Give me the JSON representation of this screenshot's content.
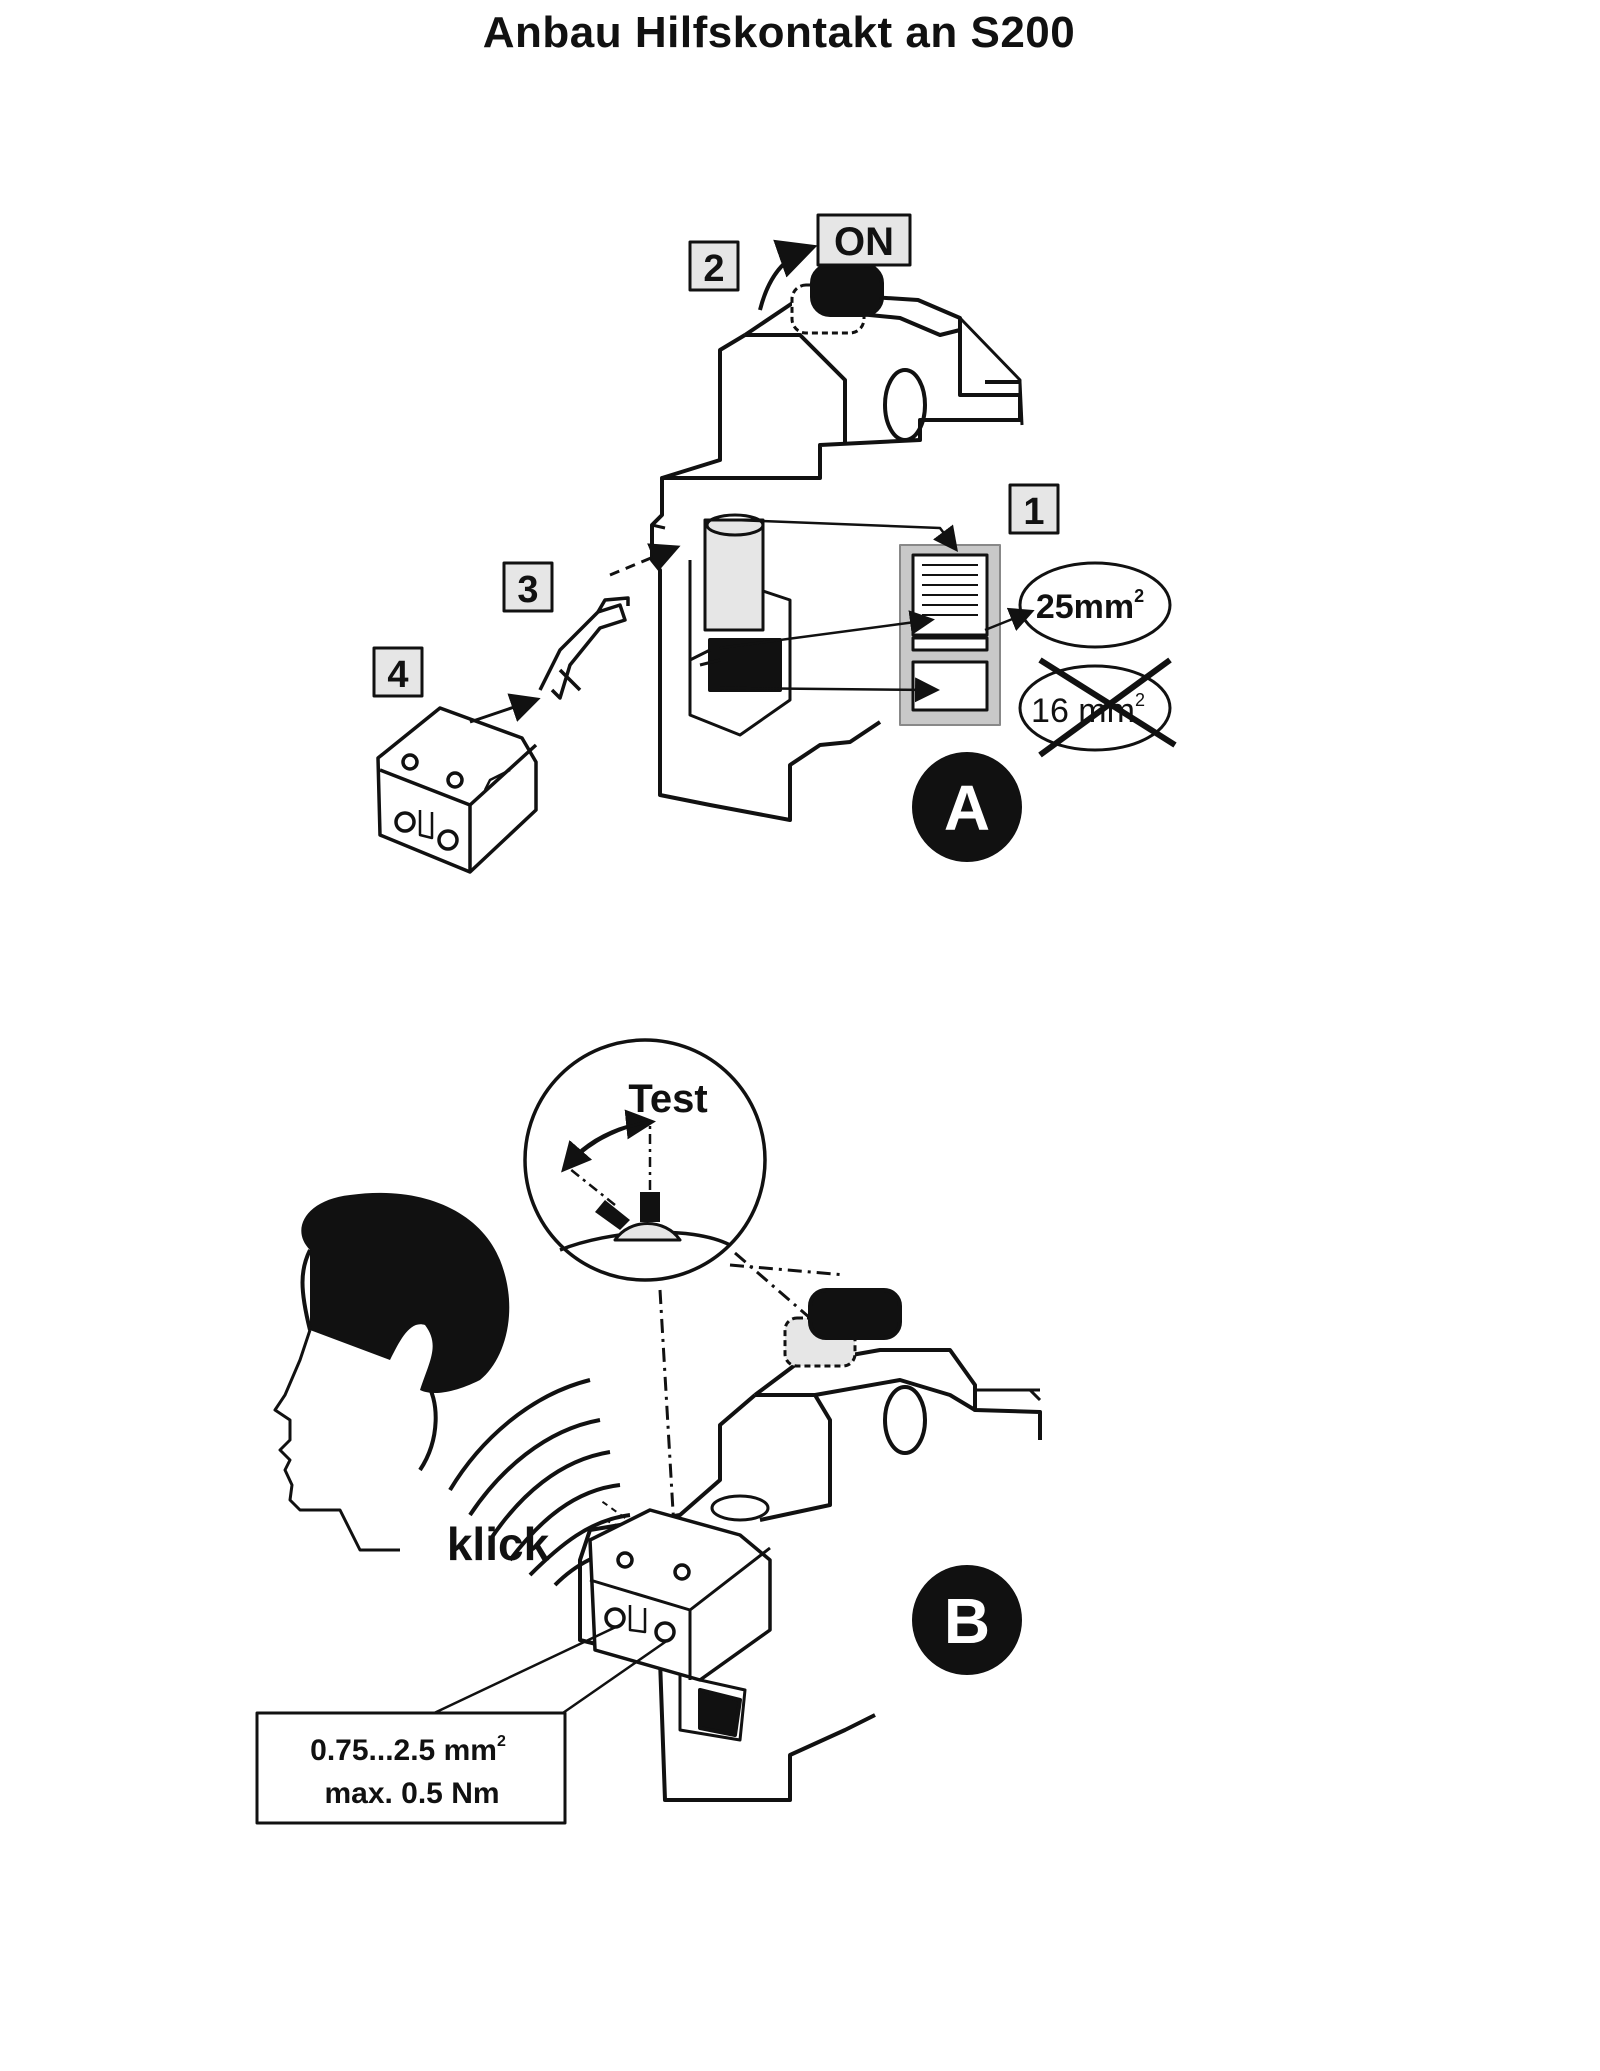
{
  "title": "Anbau Hilfskontakt an S200",
  "panel_a": {
    "badge": "A",
    "steps": [
      {
        "number": "1"
      },
      {
        "number": "2",
        "state_label": "ON"
      },
      {
        "number": "3"
      },
      {
        "number": "4"
      }
    ],
    "wire_ok": {
      "value": "25mm",
      "superscript": "2"
    },
    "wire_not_ok": {
      "value": "16 mm",
      "superscript": "2"
    }
  },
  "panel_b": {
    "badge": "B",
    "test_label": "Test",
    "sound_label": "klick",
    "spec": {
      "line1": "0.75...2.5 mm",
      "line1_superscript": "2",
      "line2": "max. 0.5 Nm"
    }
  },
  "colors": {
    "ink": "#111111",
    "grey_fill": "#c8c8c8",
    "light_grey": "#e6e6e6",
    "badge_fill": "#111111",
    "badge_text": "#ffffff"
  }
}
